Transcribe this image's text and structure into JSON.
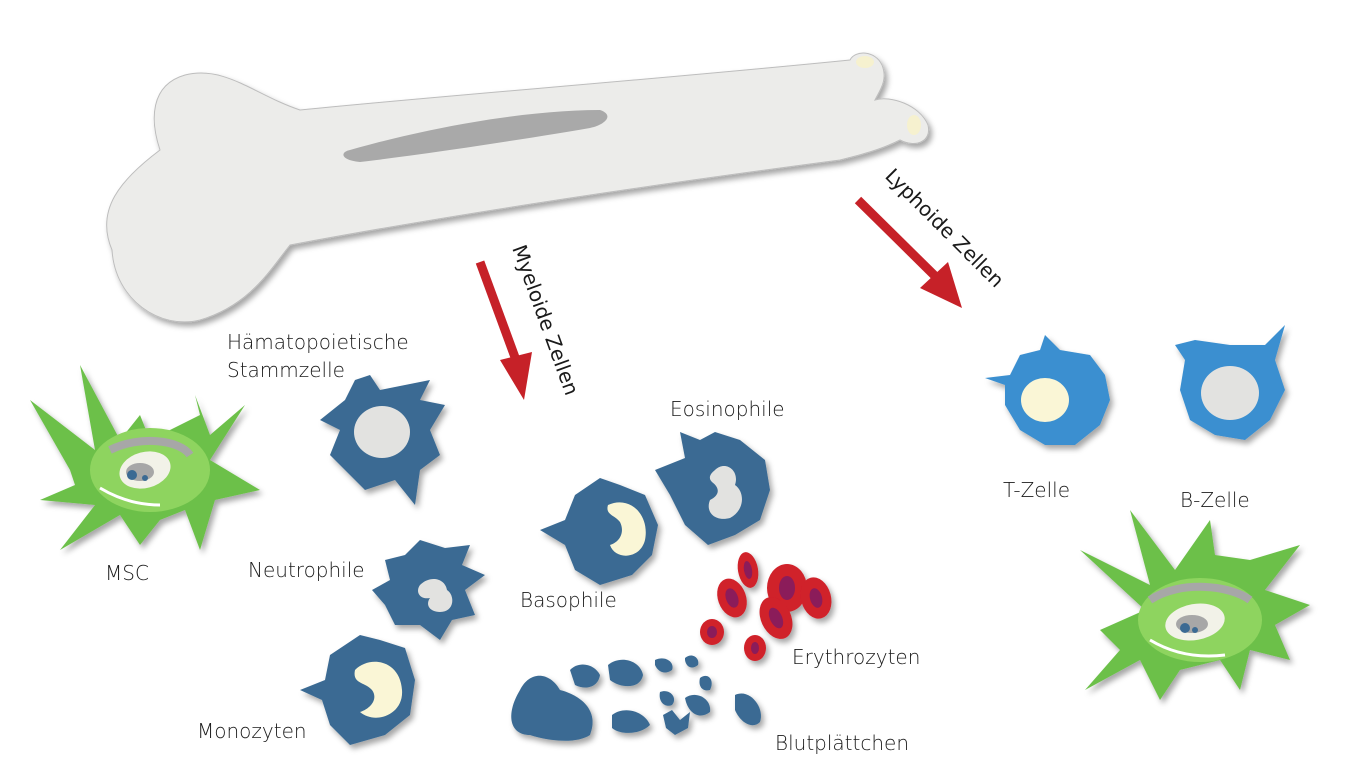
{
  "labels": {
    "hsc_line1": "Hämatopoietische",
    "hsc_line2": "Stammzelle",
    "msc": "MSC",
    "neutrophile": "Neutrophile",
    "monozyten": "Monozyten",
    "basophile": "Basophile",
    "eosinophile": "Eosinophile",
    "erythrozyten": "Erythrozyten",
    "blutplaettchen": "Blutplättchen",
    "t_zelle": "T-Zelle",
    "b_zelle": "B-Zelle"
  },
  "arrows": {
    "myeloid": "Myeloide Zellen",
    "lymphoid": "Lyphoide Zellen"
  },
  "colors": {
    "bone": "#ececea",
    "marrow": "#a9a9a9",
    "myeloid_cell": "#3b6b93",
    "lymphoid_cell": "#3a8fd0",
    "msc_green": "#6cc04a",
    "erythrocyte": "#d0202a",
    "nucleus": "#faf6d6",
    "arrow_red": "#c62128"
  }
}
